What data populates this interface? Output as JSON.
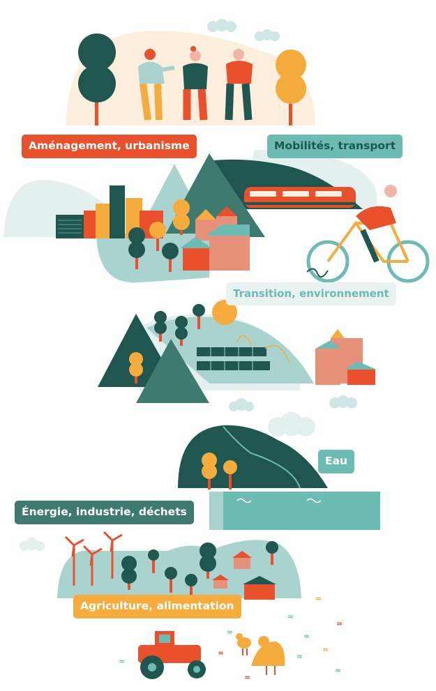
{
  "labels": {
    "amenagement": "Aménagement, urbanisme",
    "mobilites": "Mobilités, transport",
    "transition": "Transition, environnement",
    "eau": "Eau",
    "energie": "Énergie, industrie, déchets",
    "agriculture": "Agriculture, alimentation"
  },
  "colors": {
    "orange": "#e9512c",
    "teal": "#6dbcb4",
    "dark_green": "#1f5650",
    "yellow": "#f6ac3c",
    "pink": "#e8917a",
    "light_teal": "#a8d3ce"
  }
}
